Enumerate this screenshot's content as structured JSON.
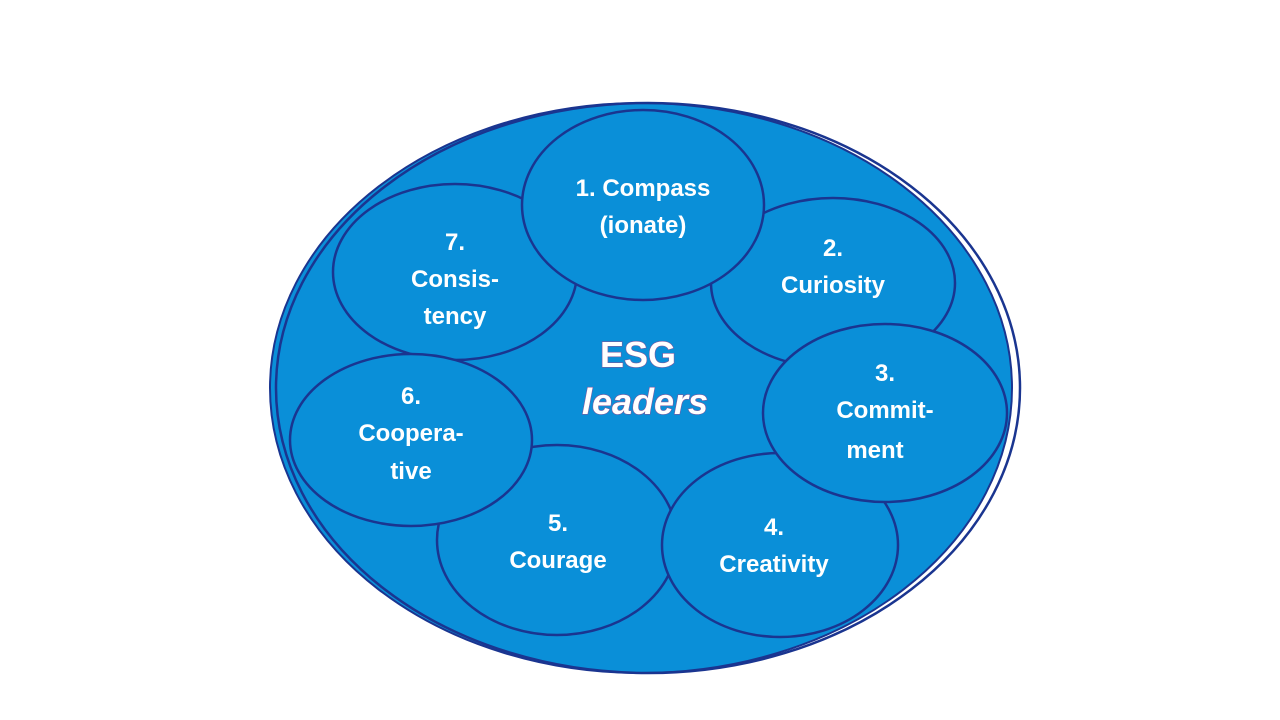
{
  "colors": {
    "fill": "#0a8fd8",
    "outline": "#1a3590",
    "text": "#ffffff"
  },
  "center": {
    "line1": "ESG",
    "line2": "leaders"
  },
  "petals": [
    {
      "lines": [
        "1. Compass",
        "(ionate)"
      ]
    },
    {
      "lines": [
        "2.",
        "Curiosity"
      ]
    },
    {
      "lines": [
        "3.",
        "Commit-",
        "ment"
      ]
    },
    {
      "lines": [
        "4.",
        "Creativity"
      ]
    },
    {
      "lines": [
        "5.",
        "Courage"
      ]
    },
    {
      "lines": [
        "6.",
        "Coopera-",
        "tive"
      ]
    },
    {
      "lines": [
        "7.",
        "Consis-",
        "tency"
      ]
    }
  ]
}
